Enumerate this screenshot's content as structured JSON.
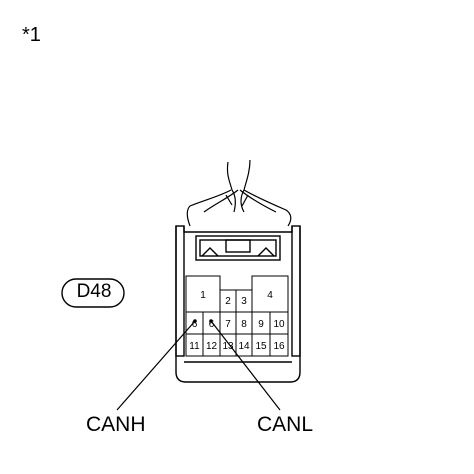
{
  "note": "*1",
  "connector": {
    "id": "D48",
    "pins_row1": [
      {
        "pin": "1"
      },
      {
        "pin": "2"
      },
      {
        "pin": "3"
      },
      {
        "pin": "4"
      }
    ],
    "pins_row2": [
      "6",
      "6",
      "7",
      "8",
      "9",
      "10"
    ],
    "pins_row3": [
      "11",
      "12",
      "13",
      "14",
      "15",
      "16"
    ]
  },
  "signals": {
    "canh": "CANH",
    "canl": "CANL"
  }
}
